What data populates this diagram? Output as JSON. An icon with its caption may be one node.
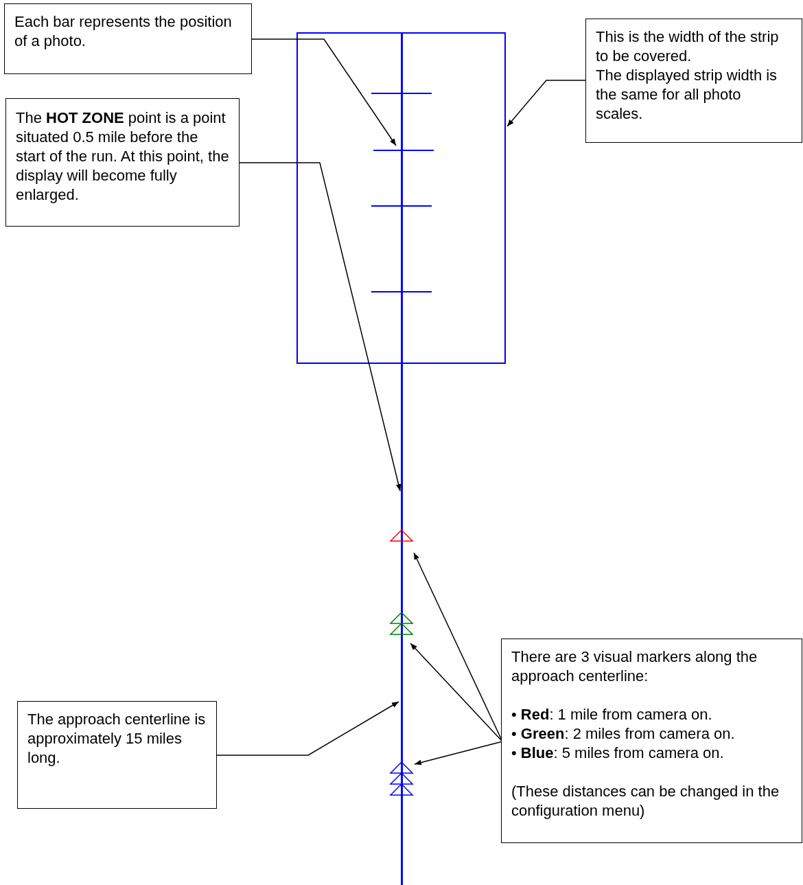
{
  "diagram": {
    "nodes": [
      {
        "text": [
          "Each bar represents the position of a photo."
        ]
      },
      {
        "text": [
          "This is the width of the strip to be covered.",
          "The displayed strip width is the same for all photo scales."
        ]
      },
      {
        "text": [
          "The **HOT ZONE** point  is a point situated 0.5 mile before the start of the run. At this point, the display will become fully enlarged."
        ]
      },
      {
        "text": [
          "The approach centerline is approximately 15 miles long."
        ]
      },
      {
        "text": [
          "There are 3 visual markers along the approach centerline:",
          "• **Red**: 1 mile from camera on.",
          "• **Green**: 2 miles from camera on.",
          "• **Blue**: 5 miles from camera on.",
          "(These distances can be changed in the configuration menu)"
        ]
      },
      {
        "text": [],
        "shape": "box"
      },
      {
        "text": [],
        "shape": "bar",
        "in": 5
      },
      {
        "text": [],
        "shape": "line"
      },
      {
        "text": [],
        "shape": "triangle"
      },
      {
        "text": [],
        "shape": "triangle"
      },
      {
        "text": [],
        "shape": "triangle"
      }
    ],
    "edges": [
      {
        "from": 0,
        "to": 6,
        "arrow": "to"
      },
      {
        "from": 1,
        "to": 5,
        "arrow": "to"
      },
      {
        "from": 2,
        "to": 7,
        "arrow": "to"
      },
      {
        "from": 3,
        "to": 7,
        "arrow": "to"
      },
      {
        "from": 4,
        "to": 8,
        "arrow": "to"
      },
      {
        "from": 4,
        "to": 9,
        "arrow": "to"
      },
      {
        "from": 4,
        "to": 10,
        "arrow": "to"
      }
    ]
  }
}
